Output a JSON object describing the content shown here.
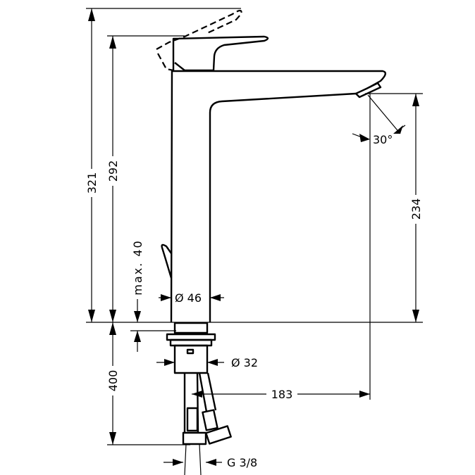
{
  "dimensions": {
    "total_height": "321",
    "lever_height": "292",
    "spout_height": "234",
    "spout_angle": "30°",
    "popup_max": "max. 40",
    "body_diameter": "Ø 46",
    "shank_diameter": "Ø 32",
    "spout_reach": "183",
    "hose_length": "400",
    "connection_thread": "G 3/8"
  }
}
